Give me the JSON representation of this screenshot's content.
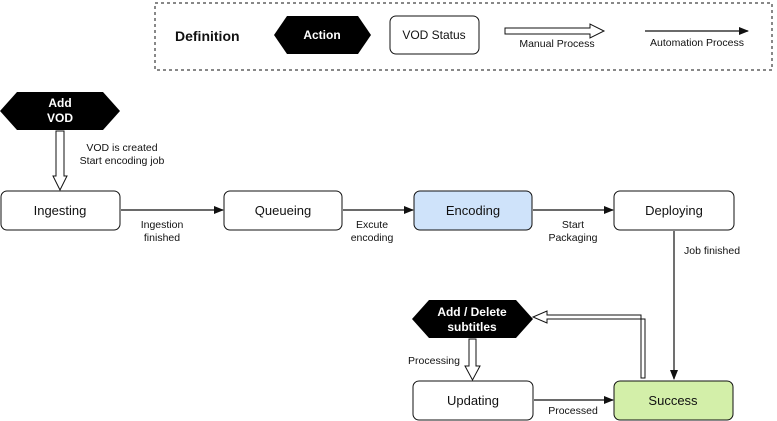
{
  "legend": {
    "title": "Definition",
    "action": "Action",
    "status": "VOD Status",
    "manual": "Manual Process",
    "automation": "Automation Process"
  },
  "actions": {
    "add_vod": [
      "Add",
      "VOD"
    ],
    "add_delete_subtitles": [
      "Add / Delete",
      "subtitles"
    ]
  },
  "statuses": {
    "ingesting": "Ingesting",
    "queueing": "Queueing",
    "encoding": "Encoding",
    "deploying": "Deploying",
    "updating": "Updating",
    "success": "Success"
  },
  "transitions": {
    "vod_created": [
      "VOD is created",
      "Start encoding job"
    ],
    "ingestion_finished": [
      "Ingestion",
      "finished"
    ],
    "execute_encoding": [
      "Excute",
      "encoding"
    ],
    "start_packaging": [
      "Start",
      "Packaging"
    ],
    "job_finished": "Job finished",
    "processing": "Processing",
    "processed": "Processed"
  },
  "colors": {
    "action_fill": "#000000",
    "encoding_fill": "#cfe3fa",
    "success_fill": "#d3efa9",
    "status_fill": "#ffffff",
    "stroke": "#111111"
  }
}
